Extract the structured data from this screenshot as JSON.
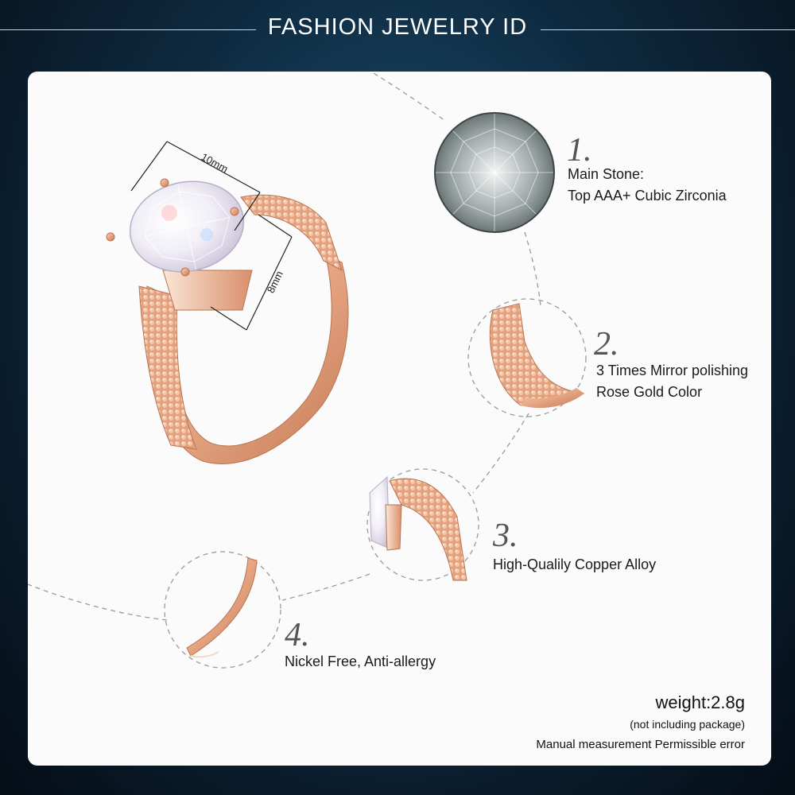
{
  "header": {
    "title": "FASHION JEWELRY ID"
  },
  "dimensions": {
    "width_label": "10mm",
    "height_label": "8mm"
  },
  "features": [
    {
      "number": "1.",
      "line1": "Main Stone:",
      "line2": "Top AAA+ Cubic Zirconia"
    },
    {
      "number": "2.",
      "line1": "3 Times Mirror polishing",
      "line2": "Rose Gold Color"
    },
    {
      "number": "3.",
      "line1": "High-Qualily Copper Alloy"
    },
    {
      "number": "4.",
      "line1": "Nickel Free, Anti-allergy"
    }
  ],
  "weight": {
    "main": "weight:2.8g",
    "note": "(not including package)",
    "error": "Manual measurement Permissible error"
  },
  "colors": {
    "rose_gold": "#e9a987",
    "background_dark": "#0e2a40",
    "card": "#fbfbfb"
  }
}
